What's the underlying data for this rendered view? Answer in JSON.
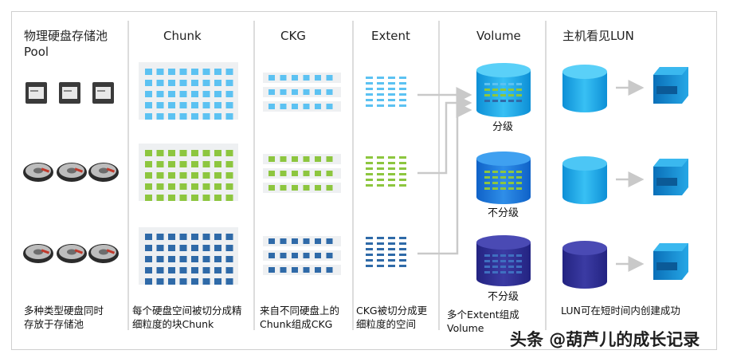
{
  "headers": {
    "pool": "物理硬盘存储池",
    "pool_sub": "Pool",
    "chunk": "Chunk",
    "ckg": "CKG",
    "extent": "Extent",
    "volume": "Volume",
    "lun": "主机看见LUN"
  },
  "tier_labels": [
    "分级",
    "不分级",
    "不分级"
  ],
  "captions": {
    "pool": [
      "多种类型硬盘同时",
      "存放于存储池"
    ],
    "chunk": [
      "每个硬盘空间被切分成精",
      "细粒度的块Chunk"
    ],
    "ckg": [
      "来自不同硬盘上的",
      "Chunk组成CKG"
    ],
    "extent": [
      "CKG被切分成更",
      "细粒度的空间"
    ],
    "volume": [
      "多个Extent组成",
      "Volume"
    ],
    "lun": [
      "LUN可在短时间内创建成功"
    ]
  },
  "watermark": "头条 @葫芦儿的成长记录",
  "colors": {
    "light_blue": "#5cc2f2",
    "green": "#8dc63f",
    "dark_blue": "#2f6aa8",
    "navy": "#2e2e8f",
    "cyl_blue": "#1a86df",
    "cyl_cyan": "#17a8e8"
  }
}
